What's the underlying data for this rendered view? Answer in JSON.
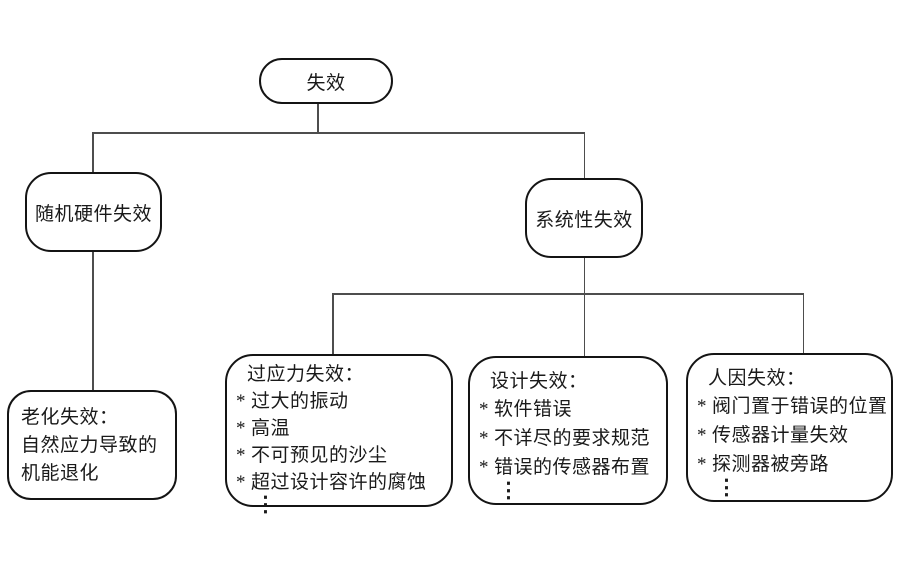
{
  "diagram": {
    "bullet_marker": "*",
    "ellipsis": "⋮",
    "colors": {
      "background": "#ffffff",
      "box_border": "#141414",
      "connector": "#4d4d4d",
      "text": "#1a1a1a"
    },
    "nodes": {
      "root": {
        "label": "失效"
      },
      "random_hardware": {
        "label": "随机硬件失效"
      },
      "systematic": {
        "label": "系统性失效"
      },
      "aging": {
        "title": "老化失效：",
        "lines": [
          "自然应力导致的",
          "机能退化"
        ]
      },
      "overstress": {
        "title": "过应力失效：",
        "bullets": [
          "过大的振动",
          "高温",
          "不可预见的沙尘",
          "超过设计容许的腐蚀"
        ]
      },
      "design": {
        "title": "设计失效：",
        "bullets": [
          "软件错误",
          "不详尽的要求规范",
          "错误的传感器布置"
        ]
      },
      "human": {
        "title": "人因失效：",
        "bullets": [
          "阀门置于错误的位置",
          "传感器计量失效",
          "探测器被旁路"
        ]
      }
    }
  }
}
